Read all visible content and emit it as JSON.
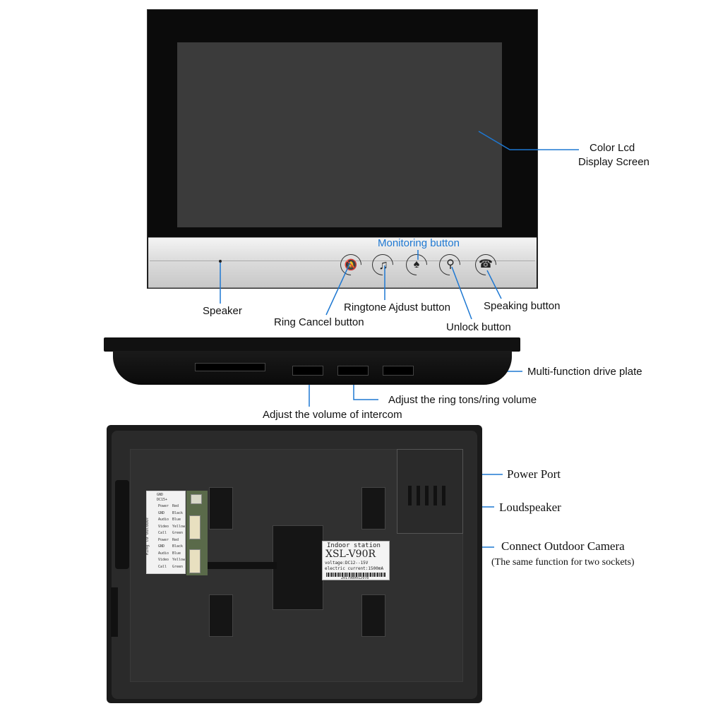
{
  "front": {
    "monitoring_label": "Monitoring button",
    "lcd_label_line1": "Color Lcd",
    "lcd_label_line2": "Display Screen",
    "speaker_label": "Speaker",
    "ring_cancel_label": "Ring Cancel button",
    "ringtone_adjust_label": "Ringtone Ajdust button",
    "unlock_label": "Unlock button",
    "speaking_label": "Speaking button"
  },
  "bottom": {
    "drive_plate_label": "Multi-function drive plate",
    "ring_volume_label": "Adjust the ring tons/ring volume",
    "intercom_volume_label": "Adjust the volume of intercom"
  },
  "back": {
    "power_port_label": "Power Port",
    "loudspeaker_label": "Loudspeaker",
    "outdoor_camera_label": "Connect Outdoor Camera",
    "outdoor_camera_note": "(The same function for two sockets)",
    "wiring": {
      "gnd": "GND",
      "dc": "DC15+",
      "side_text": "Ring to outdoor",
      "rows": [
        [
          "Power",
          "Red"
        ],
        [
          "GND",
          "Black"
        ],
        [
          "Audio",
          "Blue"
        ],
        [
          "Video",
          "Yellow"
        ],
        [
          "Call",
          "Green"
        ],
        [
          "Power",
          "Red"
        ],
        [
          "GND",
          "Black"
        ],
        [
          "Audio",
          "Blue"
        ],
        [
          "Video",
          "Yellow"
        ],
        [
          "Call",
          "Green"
        ]
      ]
    },
    "nameplate": {
      "line1": "Indoor station",
      "model": "XSL-V90R",
      "voltage": "voltage:DC12--15V",
      "current": "electric current:1500mA",
      "serial": "2017080012978"
    }
  },
  "colors": {
    "accent": "#1e78d2",
    "device": "#0b0b0b",
    "screen": "#3b3b3b"
  }
}
